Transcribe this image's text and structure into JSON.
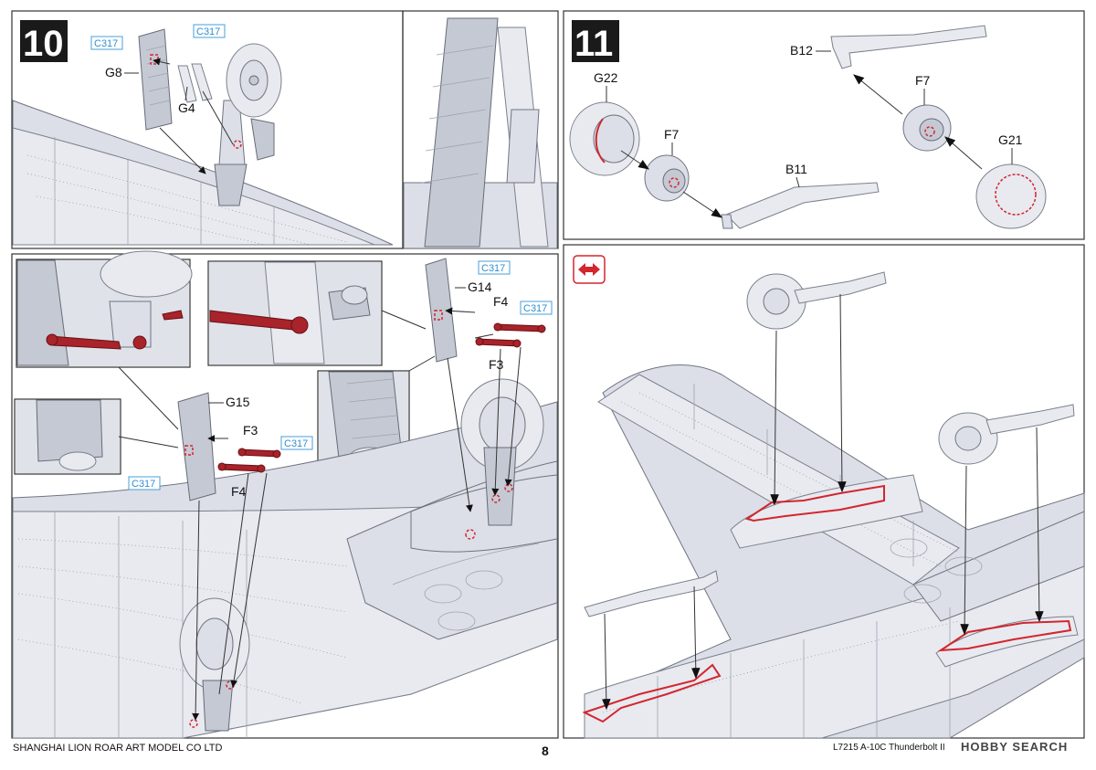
{
  "steps": {
    "step10": {
      "number": "10"
    },
    "step11": {
      "number": "11"
    }
  },
  "parts": {
    "g8": "G8",
    "g4": "G4",
    "g14": "G14",
    "g15": "G15",
    "f4_a": "F4",
    "f3_a": "F3",
    "f3_b": "F3",
    "f4_b": "F4",
    "g22": "G22",
    "f7_a": "F7",
    "f7_b": "F7",
    "b12": "B12",
    "b11": "B11",
    "g21": "G21"
  },
  "colors": {
    "c317": "C317"
  },
  "icons": {
    "symmetry": "bidirectional-arrow-icon"
  },
  "footer": {
    "company": "SHANGHAI LION ROAR ART MODEL CO LTD",
    "page_number": "8",
    "product": "L7215 A-10C Thunderbolt II",
    "watermark": "HOBBY SEARCH"
  }
}
